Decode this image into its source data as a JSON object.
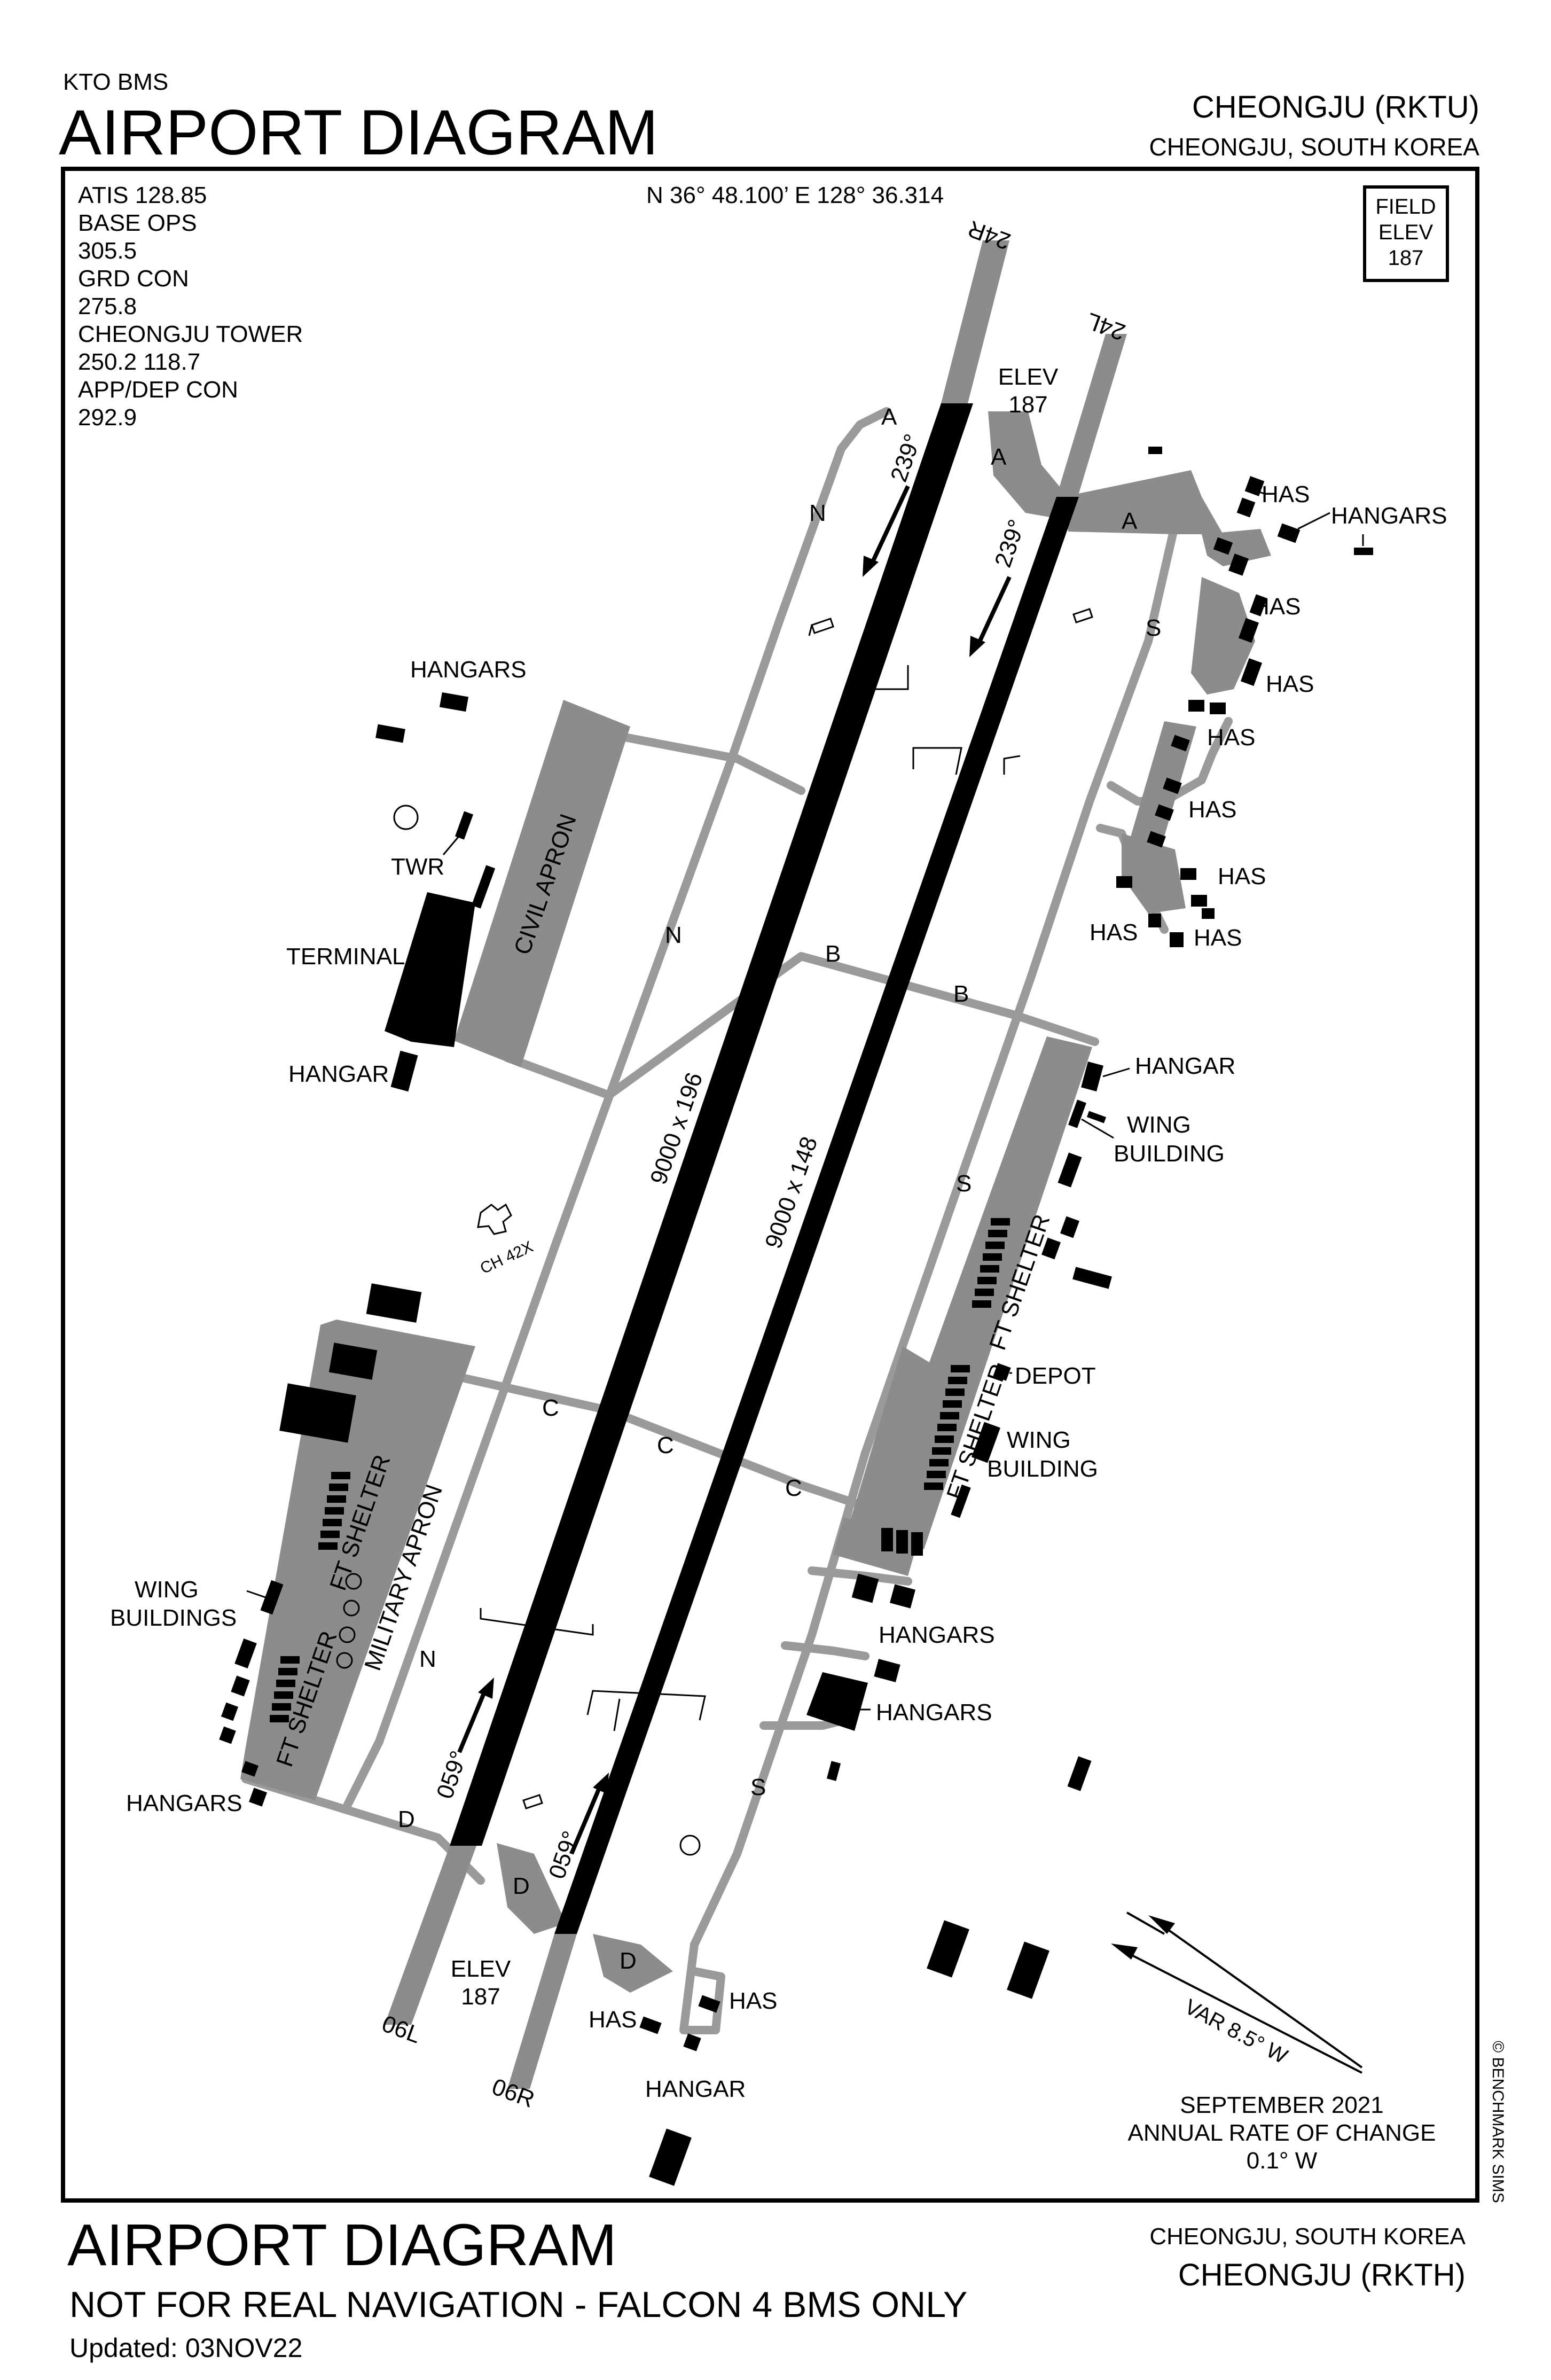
{
  "header": {
    "publisher": "KTO BMS",
    "title": "AIRPORT DIAGRAM",
    "airport": "CHEONGJU (RKTU)",
    "location": "CHEONGJU, SOUTH KOREA"
  },
  "frequencies": [
    "ATIS   128.85",
    "BASE OPS",
    "305.5",
    "GRD CON",
    "275.8",
    "CHEONGJU TOWER",
    "250.2  118.7",
    "APP/DEP CON",
    "292.9"
  ],
  "coordinates": "N 36° 48.100’ E 128° 36.314",
  "field_elev": [
    "FIELD",
    "ELEV",
    "187"
  ],
  "runways": {
    "rwy_24R": "24R",
    "rwy_24L": "24L",
    "rwy_06L": "06L",
    "rwy_06R": "06R",
    "dim_left": "9000 x 196",
    "dim_right": "9000 x 148",
    "hdg_239": "239°",
    "hdg_059": "059°",
    "elev_label": "ELEV",
    "elev_value": "187"
  },
  "taxiways": {
    "A": "A",
    "B": "B",
    "C": "C",
    "D": "D",
    "N": "N",
    "S": "S"
  },
  "labels": {
    "civil_apron": "CIVIL APRON",
    "military_apron": "MILITARY APRON",
    "ft_shelter": "FT SHELTER",
    "terminal": "TERMINAL",
    "twr": "TWR",
    "hangars": "HANGARS",
    "hangar": "HANGAR",
    "has": "HAS",
    "wing_building": [
      "WING",
      "BUILDING"
    ],
    "wing_buildings": [
      "WING",
      "BUILDINGS"
    ],
    "depot": "DEPOT",
    "tacan": "CH 42X"
  },
  "magvar": {
    "var": "VAR 8.5° W",
    "note": [
      "SEPTEMBER 2021",
      "ANNUAL RATE OF CHANGE",
      "0.1° W"
    ]
  },
  "copyright": "© BENCHMARK SIMS",
  "footer": {
    "title": "AIRPORT DIAGRAM",
    "disclaimer": "NOT FOR REAL NAVIGATION - FALCON 4 BMS ONLY",
    "updated": "Updated: 03NOV22",
    "location": "CHEONGJU, SOUTH KOREA",
    "airport": "CHEONGJU (RKTH)"
  },
  "colors": {
    "runway": "#000000",
    "overrun": "#8c8c8c",
    "taxiway": "#999999",
    "apron": "#8c8c8c",
    "building": "#000000"
  }
}
